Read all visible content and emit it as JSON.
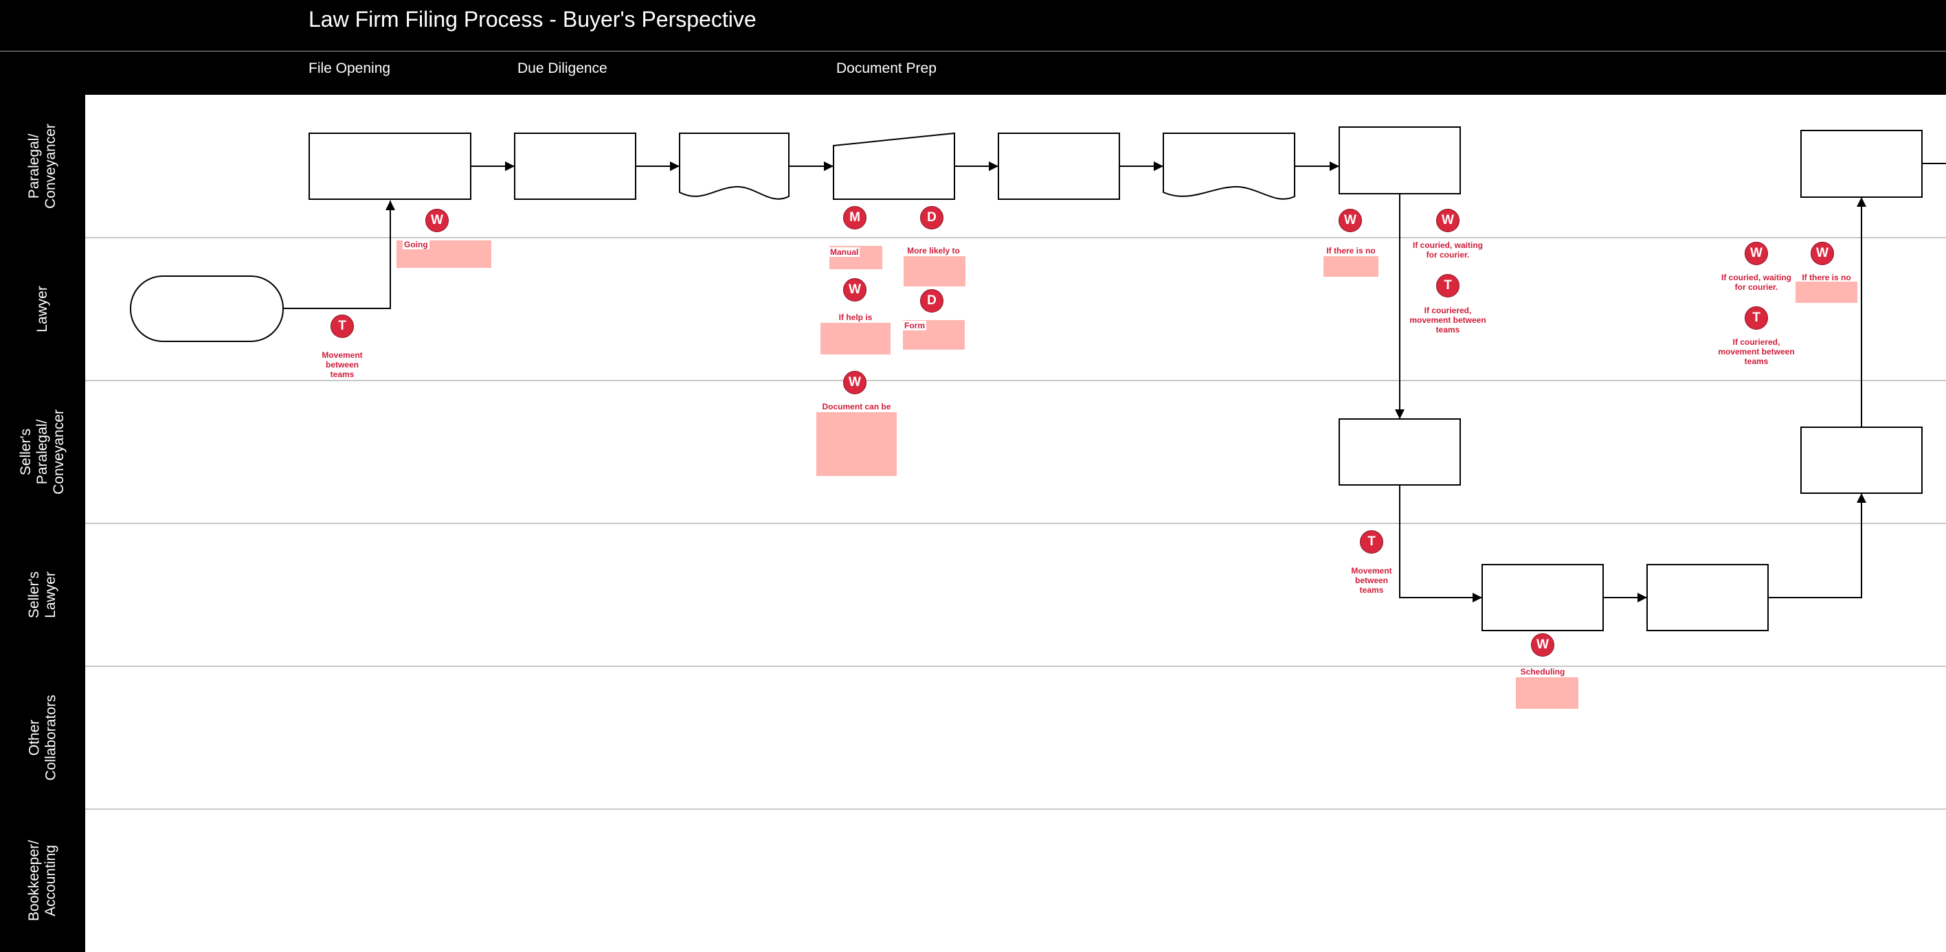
{
  "title": "Law Firm Filing Process - Buyer's Perspective",
  "phases": [
    "File Opening",
    "Due Diligence",
    "Document Prep"
  ],
  "lanes": [
    "Paralegal/\nConveyancer",
    "Lawyer",
    "Seller's\nParalegal/\nConveyancer",
    "Seller's\nLawyer",
    "Other\nCollaborators",
    "Bookkeeper/\nAccounting"
  ],
  "badges": {
    "wait": "W",
    "transport": "T",
    "motion": "M",
    "defect": "D"
  },
  "notes": {
    "going": "Going",
    "movement_between_teams": "Movement\nbetween\nteams",
    "manual": "Manual",
    "more_likely_to": "More likely to",
    "if_help_is": "If help is",
    "form": "Form",
    "document_can_be": "Document can be",
    "if_there_is_no": "If there is no",
    "if_couried_waiting": "If couried, waiting\nfor courier.",
    "if_couriered_movement": "If couriered,\nmovement between\nteams",
    "scheduling": "Scheduling"
  },
  "colors": {
    "accent": "#d9283e",
    "highlight": "#ffb6b0",
    "note_text": "#d01c3a",
    "header": "#000000"
  }
}
